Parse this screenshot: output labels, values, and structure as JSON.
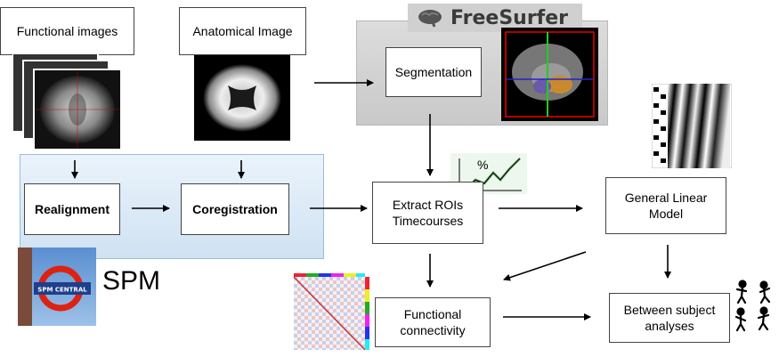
{
  "nodes": {
    "functional_images": "Functional images",
    "anatomical_image": "Anatomical Image",
    "segmentation": "Segmentation",
    "realignment": "Realignment",
    "coregistration": "Coregistration",
    "extract_rois": "Extract ROIs\nTimecourses",
    "general_linear_model": "General Linear\nModel",
    "functional_connectivity": "Functional\nconnectivity",
    "between_subject": "Between subject\nanalyses"
  },
  "freesurfer": {
    "logo_text": "FreeSurfer",
    "logo_icon": "brain-icon"
  },
  "spm": {
    "label": "SPM",
    "sign_text": "SPM CENTRAL"
  },
  "timecourse_icon": {
    "text": "%"
  },
  "colors": {
    "freesurfer_panel": "#d3d3d3",
    "spm_panel": "#d9e8f5",
    "arrow": "#000000"
  }
}
